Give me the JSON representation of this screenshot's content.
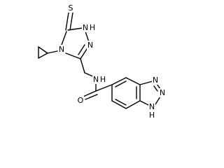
{
  "molecule": {
    "atoms": {
      "S": "S",
      "N_ring_top": "N",
      "H_ring_top": "H",
      "N_ring_right": "N",
      "N_cyclopropyl": "N",
      "N_amide": "N",
      "H_amide": "H",
      "O": "O",
      "N_bt_1": "N",
      "N_bt_2": "N",
      "N_bt_3": "N",
      "H_bt": "H"
    }
  }
}
